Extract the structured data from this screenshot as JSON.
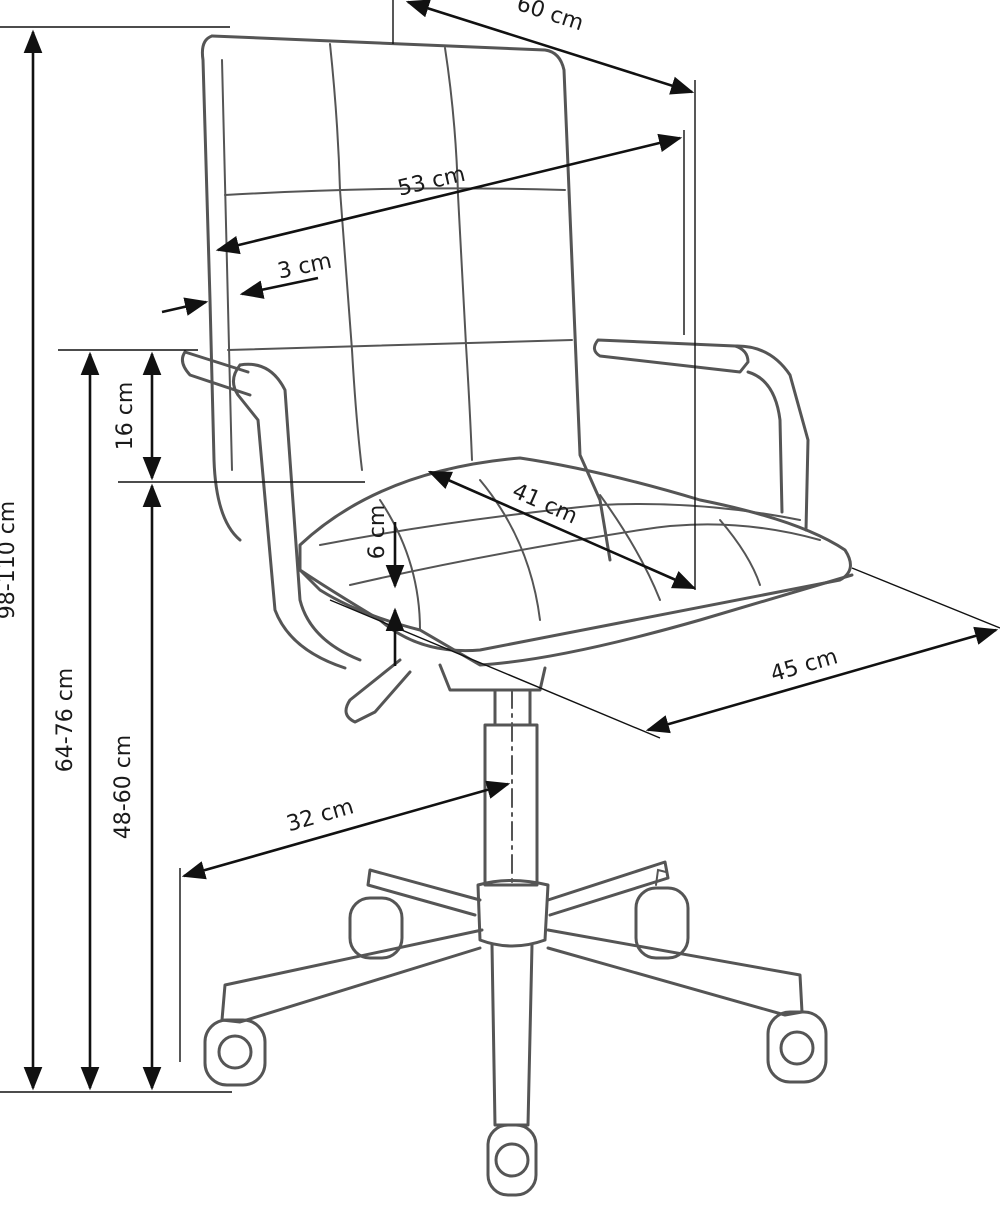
{
  "diagram": {
    "stroke_color": "#111111",
    "chair_color": "#555555",
    "dimensions": {
      "total_height": "98-110 cm",
      "armrest_height": "64-76 cm",
      "seat_height": "48-60 cm",
      "armrest_above_seat": "16 cm",
      "seat_thickness": "6 cm",
      "back_thickness": "3 cm",
      "overall_width": "60 cm",
      "backrest_width": "53 cm",
      "seat_width": "41 cm",
      "seat_depth": "45 cm",
      "base_radius": "32 cm"
    }
  }
}
